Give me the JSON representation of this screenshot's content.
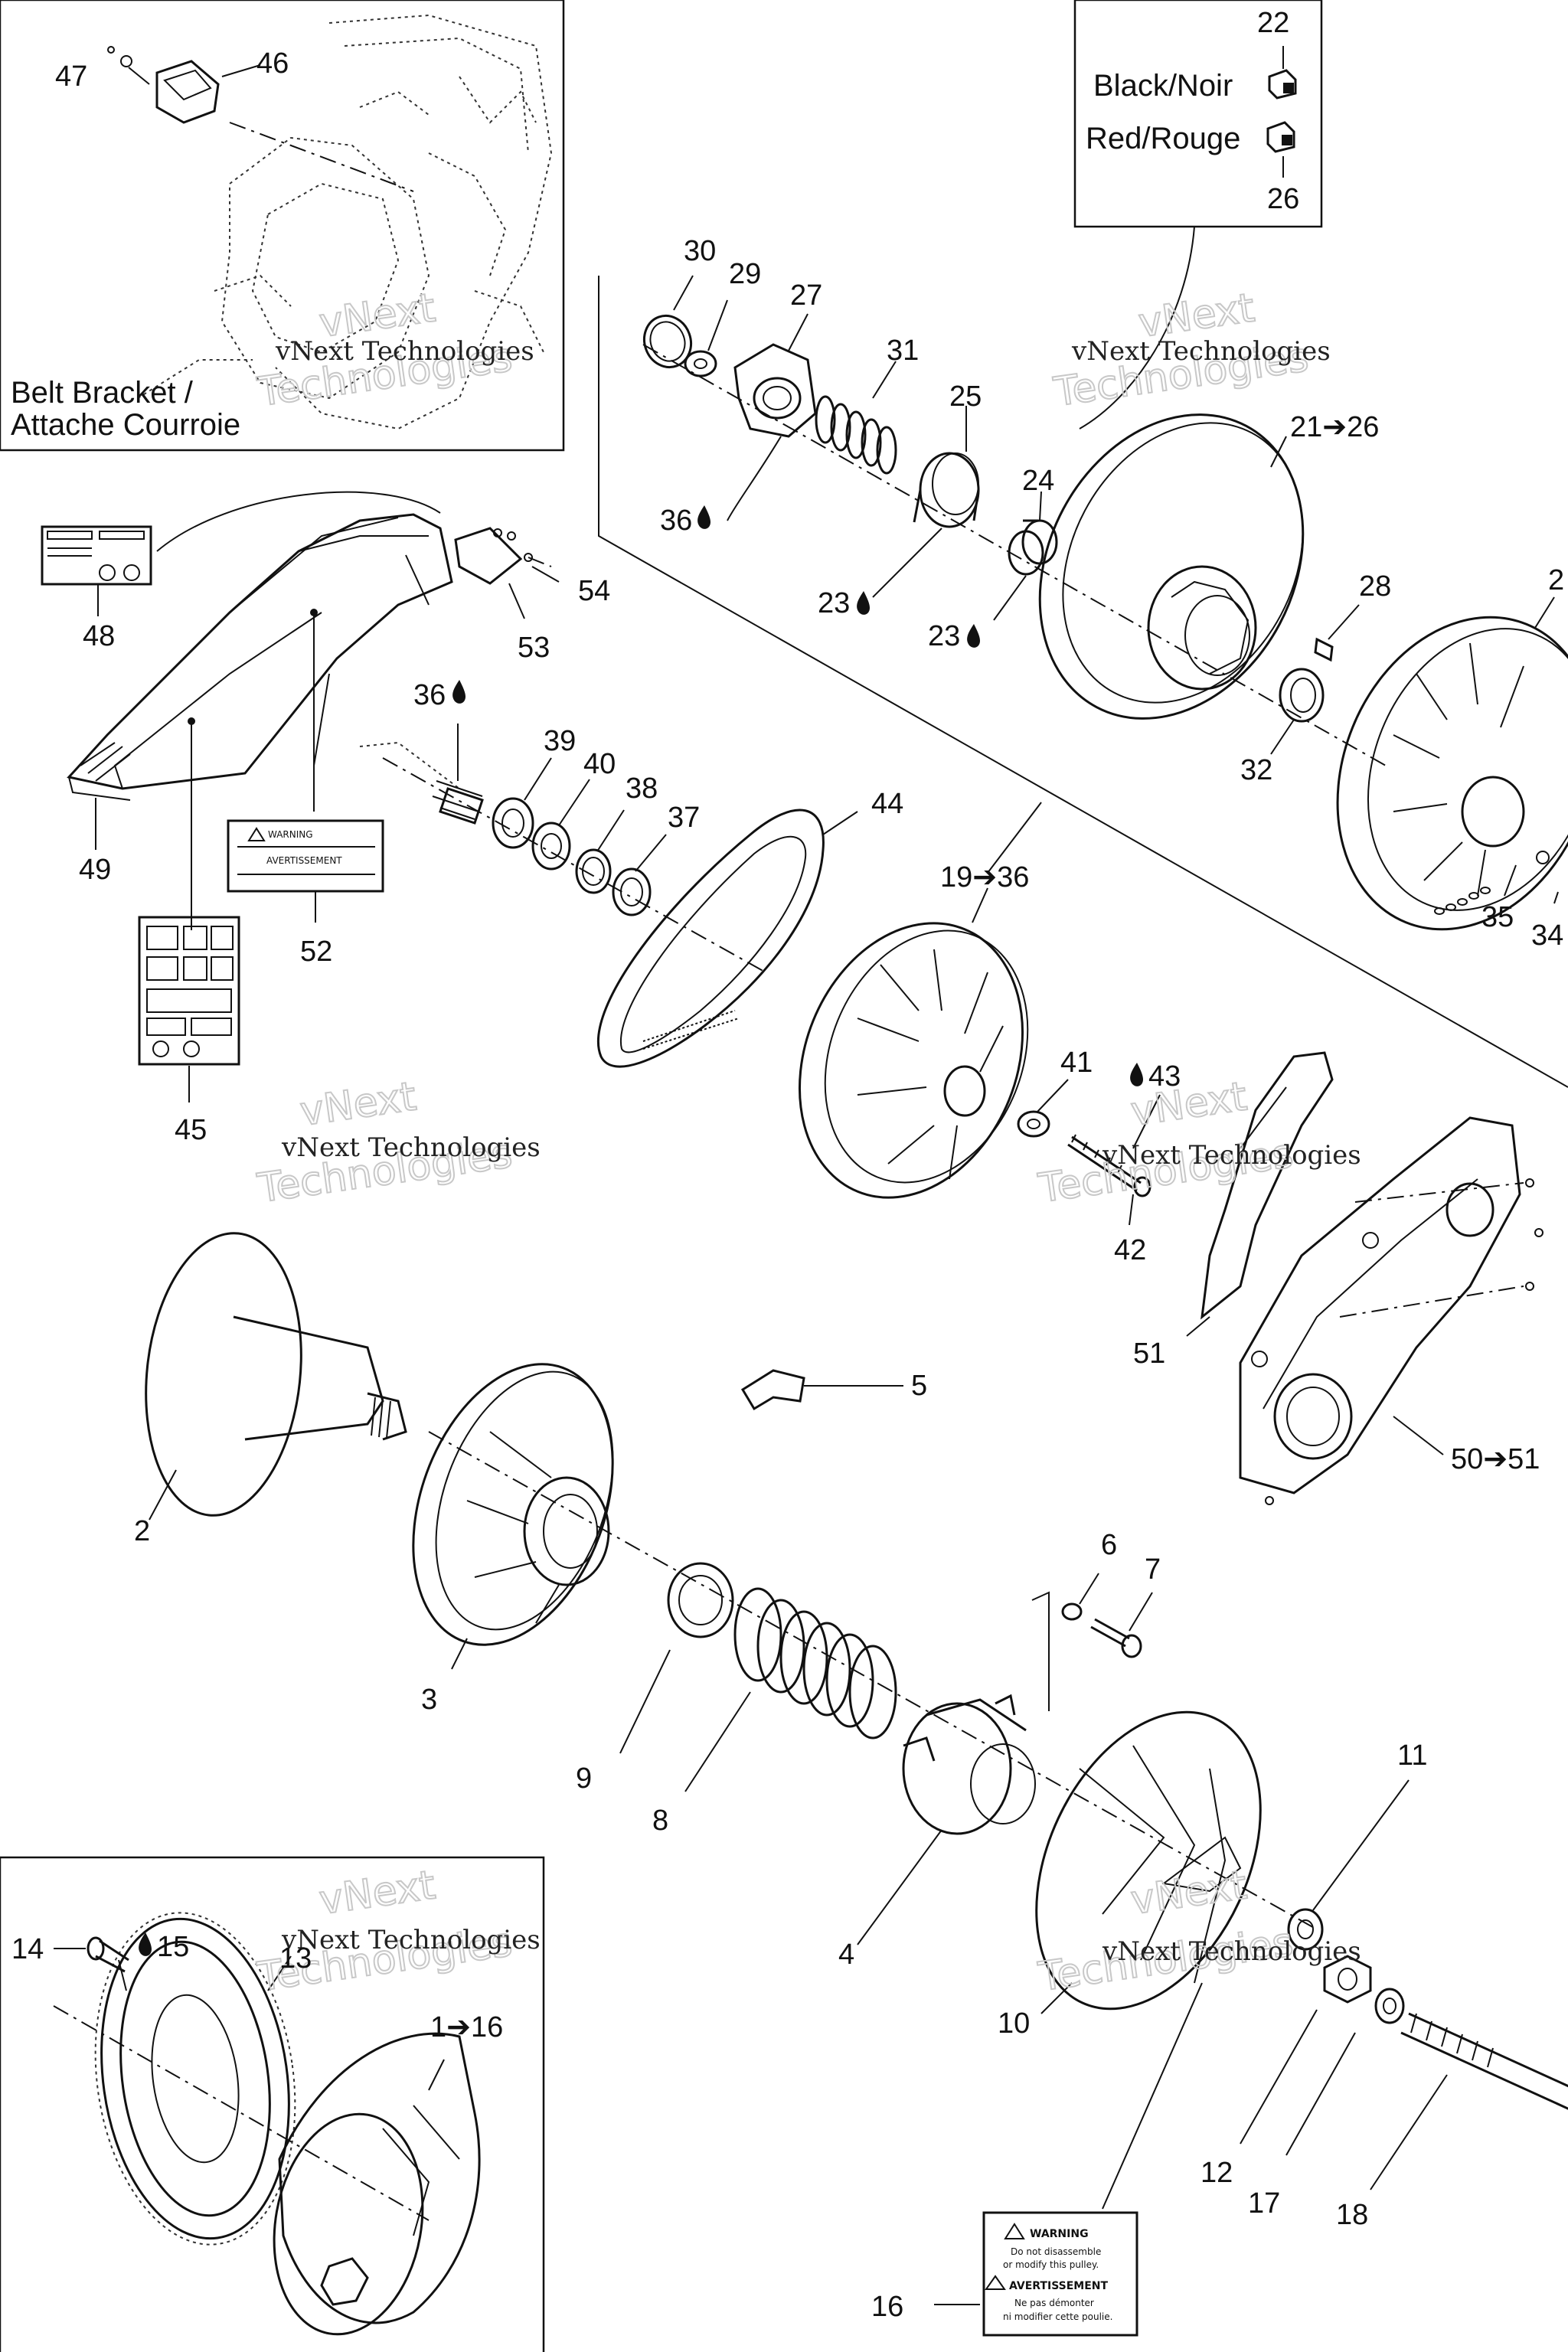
{
  "inset_labels": {
    "belt_bracket": "Belt Bracket /",
    "attache": "Attache Courroie",
    "black": "Black/Noir",
    "red": "Red/Rouge"
  },
  "watermark": {
    "line1": "vNext",
    "line2": "Technologies",
    "full": "vNext Technologies"
  },
  "warning_label": {
    "warning": "WARNING",
    "warning_line1": "Do not disassemble",
    "warning_line2": "or modify this pulley.",
    "avertissement": "AVERTISSEMENT",
    "avert_line1": "Ne pas démonter",
    "avert_line2": "ni modifier cette poulie."
  },
  "callouts": [
    {
      "id": "c47",
      "text": "47"
    },
    {
      "id": "c46",
      "text": "46"
    },
    {
      "id": "c22",
      "text": "22"
    },
    {
      "id": "c26",
      "text": "26"
    },
    {
      "id": "c30",
      "text": "30"
    },
    {
      "id": "c29",
      "text": "29"
    },
    {
      "id": "c27",
      "text": "27"
    },
    {
      "id": "c31",
      "text": "31"
    },
    {
      "id": "c25",
      "text": "25"
    },
    {
      "id": "c24",
      "text": "24"
    },
    {
      "id": "c21",
      "text": "21➔26"
    },
    {
      "id": "c28",
      "text": "28"
    },
    {
      "id": "c2r",
      "text": "2"
    },
    {
      "id": "c36a",
      "text": "36"
    },
    {
      "id": "c23a",
      "text": "23"
    },
    {
      "id": "c23b",
      "text": "23"
    },
    {
      "id": "c32",
      "text": "32"
    },
    {
      "id": "c35",
      "text": "35"
    },
    {
      "id": "c34",
      "text": "34"
    },
    {
      "id": "c48",
      "text": "48"
    },
    {
      "id": "c54",
      "text": "54"
    },
    {
      "id": "c53",
      "text": "53"
    },
    {
      "id": "c36b",
      "text": "36"
    },
    {
      "id": "c39",
      "text": "39"
    },
    {
      "id": "c40",
      "text": "40"
    },
    {
      "id": "c38",
      "text": "38"
    },
    {
      "id": "c37",
      "text": "37"
    },
    {
      "id": "c44",
      "text": "44"
    },
    {
      "id": "c49",
      "text": "49"
    },
    {
      "id": "c52",
      "text": "52"
    },
    {
      "id": "c19",
      "text": "19➔36"
    },
    {
      "id": "c41",
      "text": "41"
    },
    {
      "id": "c43",
      "text": "43"
    },
    {
      "id": "c42",
      "text": "42"
    },
    {
      "id": "c45",
      "text": "45"
    },
    {
      "id": "c51",
      "text": "51"
    },
    {
      "id": "c50",
      "text": "50➔51"
    },
    {
      "id": "c5",
      "text": "5"
    },
    {
      "id": "c2",
      "text": "2"
    },
    {
      "id": "c6",
      "text": "6"
    },
    {
      "id": "c7",
      "text": "7"
    },
    {
      "id": "c3",
      "text": "3"
    },
    {
      "id": "c9",
      "text": "9"
    },
    {
      "id": "c8",
      "text": "8"
    },
    {
      "id": "c11",
      "text": "11"
    },
    {
      "id": "c4",
      "text": "4"
    },
    {
      "id": "c10",
      "text": "10"
    },
    {
      "id": "c15",
      "text": "15"
    },
    {
      "id": "c13",
      "text": "13"
    },
    {
      "id": "c14",
      "text": "14"
    },
    {
      "id": "c1",
      "text": "1➔16"
    },
    {
      "id": "c12",
      "text": "12"
    },
    {
      "id": "c17",
      "text": "17"
    },
    {
      "id": "c18",
      "text": "18"
    },
    {
      "id": "c16",
      "text": "16"
    }
  ]
}
